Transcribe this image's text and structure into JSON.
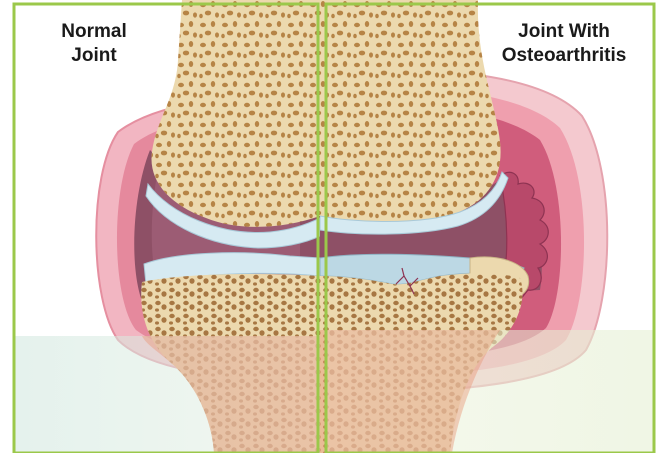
{
  "panels": {
    "left": {
      "title_line1": "Normal",
      "title_line2": "Joint"
    },
    "right": {
      "title_line1": "Joint With",
      "title_line2": "Osteoarthritis"
    }
  },
  "colors": {
    "panel_border": "#9bc84a",
    "bone": "#ecd9ae",
    "bone_pore": "#b07a3a",
    "cartilage": "#d6eaf2",
    "capsule": "#e58fa0",
    "capsule_inflamed": "#c94a6c",
    "synovial_cavity": "#8e5066",
    "soft_tissue_tint": "#e89a7a",
    "ground_left": "#d3e9e1",
    "ground_right": "#e6f0d2"
  }
}
